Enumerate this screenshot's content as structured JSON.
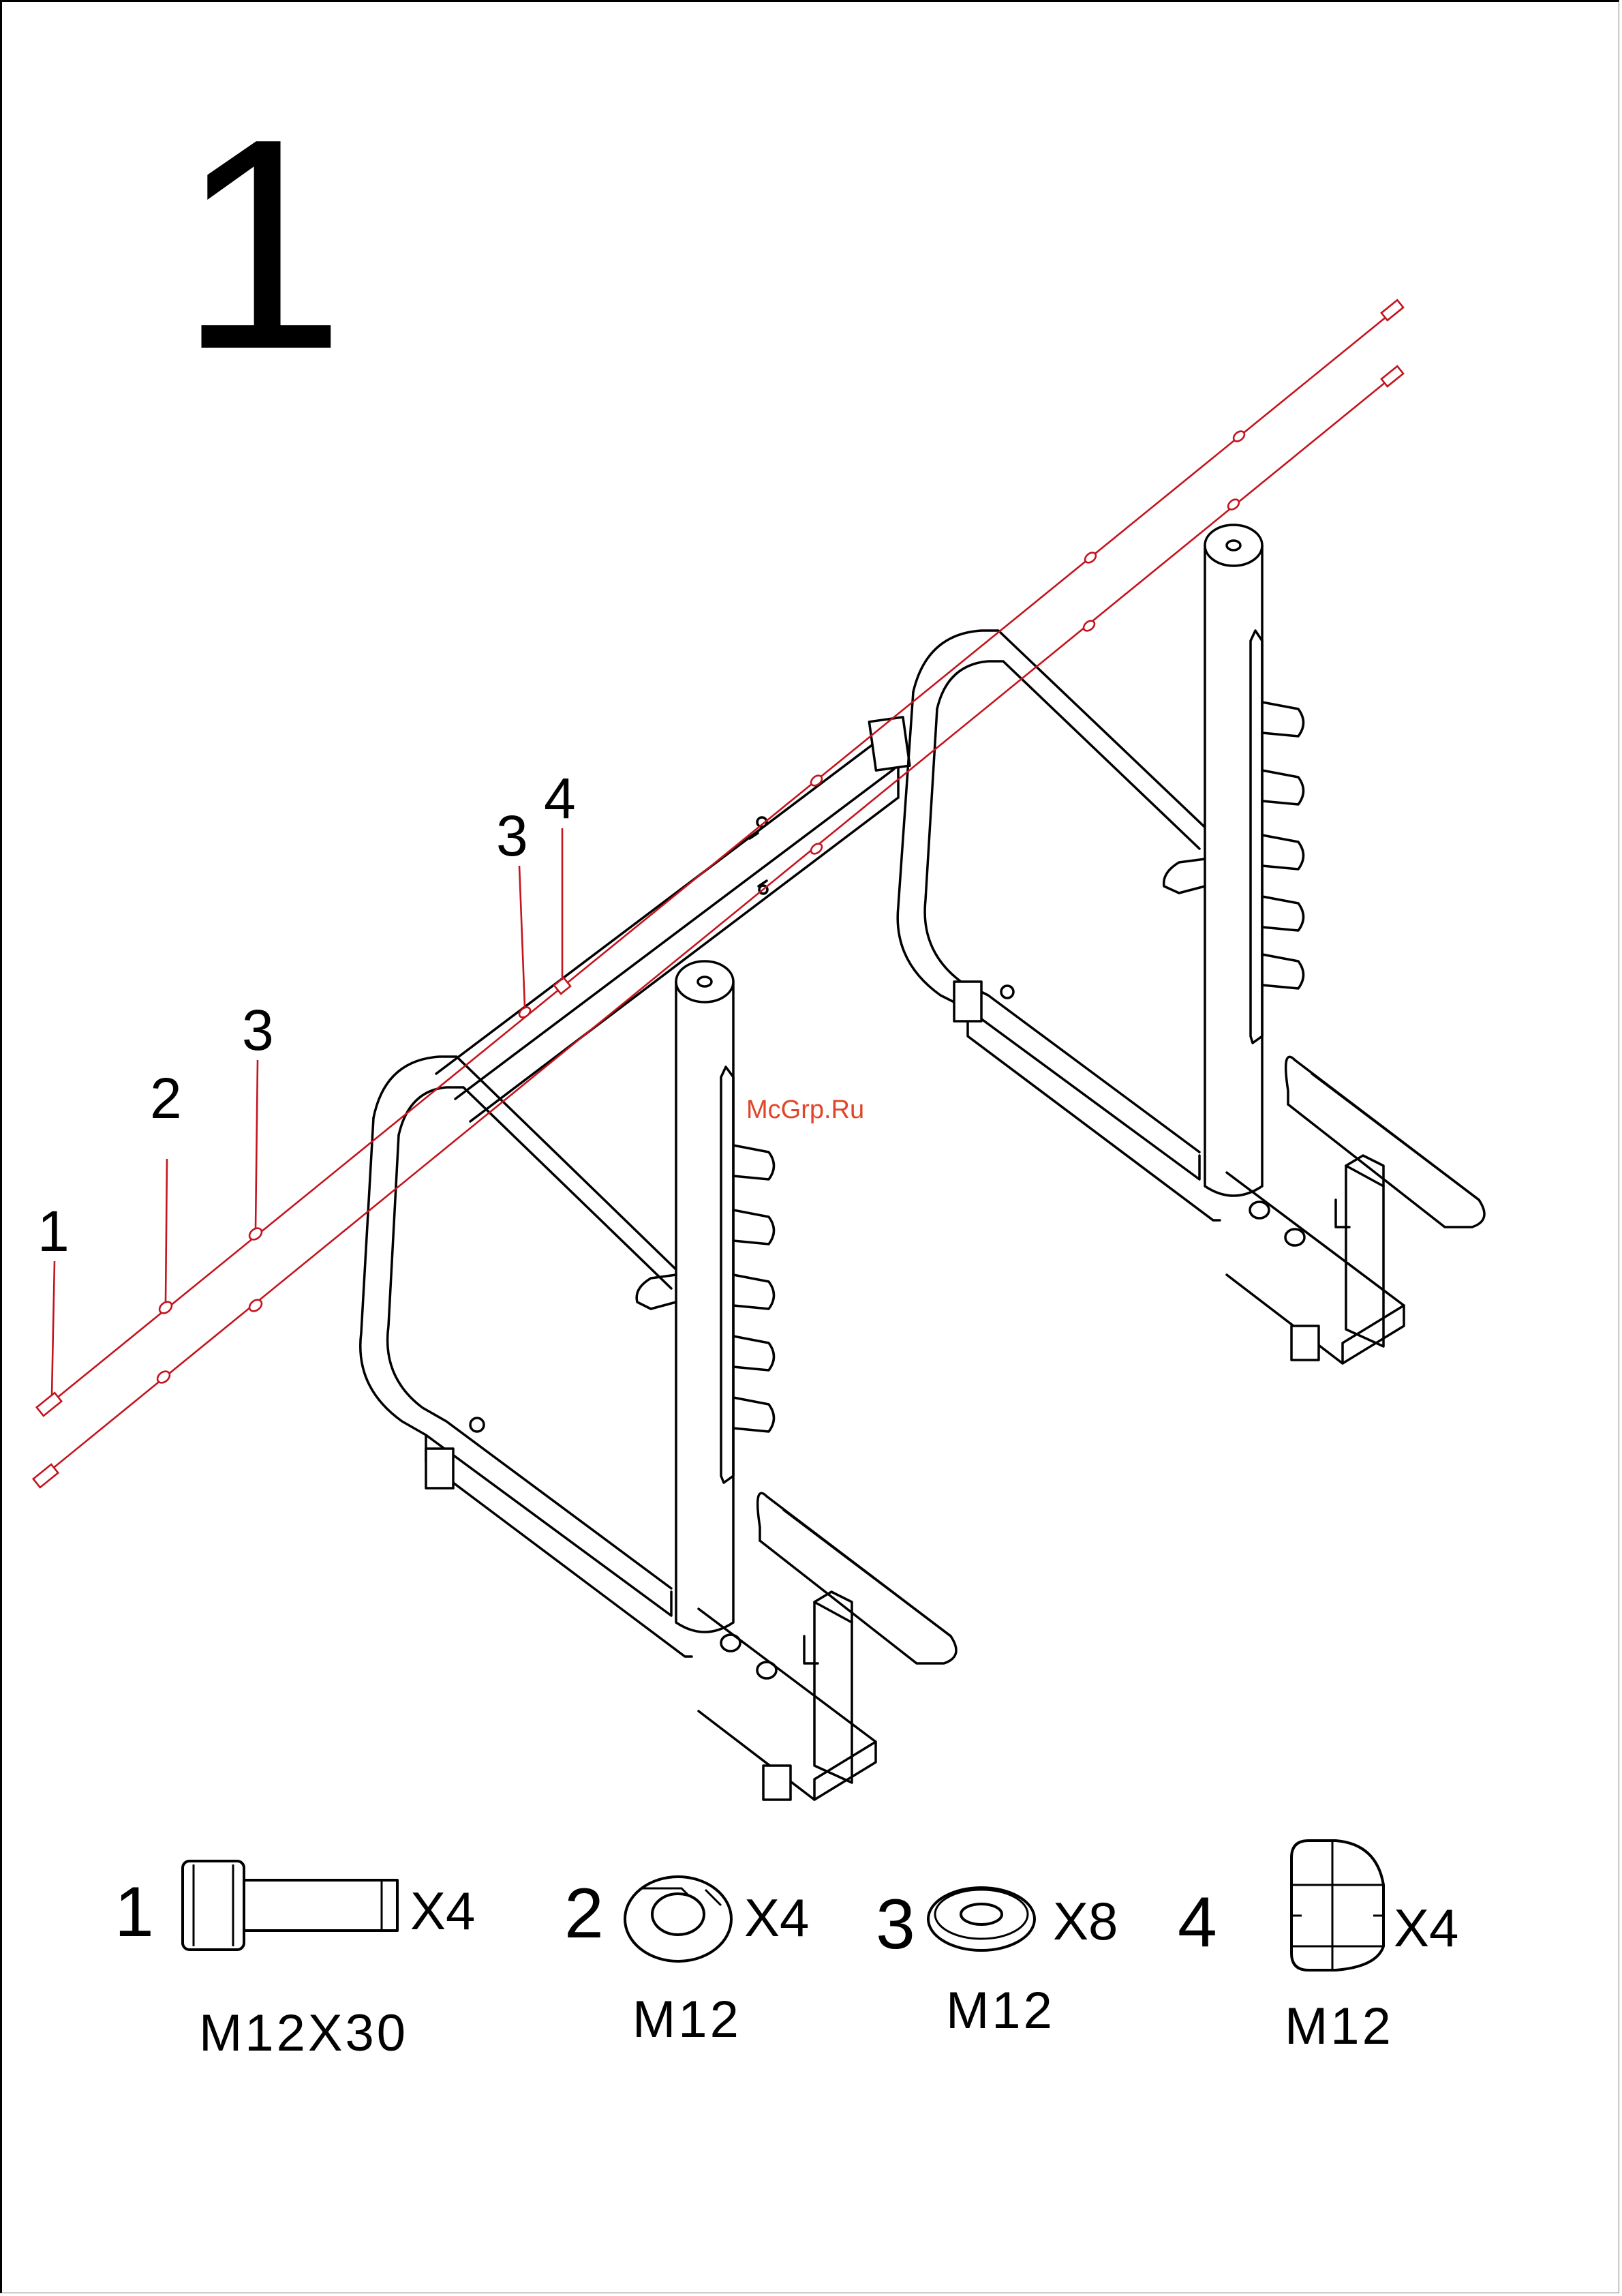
{
  "step": {
    "number": "1"
  },
  "callouts": [
    {
      "id": "callout-1",
      "label": "1"
    },
    {
      "id": "callout-2",
      "label": "2"
    },
    {
      "id": "callout-3-front",
      "label": "3"
    },
    {
      "id": "callout-3-rear",
      "label": "3"
    },
    {
      "id": "callout-4",
      "label": "4"
    }
  ],
  "watermark": {
    "text": "McGrp.Ru"
  },
  "parts": [
    {
      "number": "1",
      "quantity": "X4",
      "spec": "M12X30",
      "icon": "bolt-icon"
    },
    {
      "number": "2",
      "quantity": "X4",
      "spec": "M12",
      "icon": "spring-washer-icon"
    },
    {
      "number": "3",
      "quantity": "X8",
      "spec": "M12",
      "icon": "flat-washer-icon"
    },
    {
      "number": "4",
      "quantity": "X4",
      "spec": "M12",
      "icon": "cap-nut-icon"
    }
  ],
  "colors": {
    "line": "#000000",
    "leader": "#c4141e",
    "watermark": "#e0452a",
    "background": "#ffffff"
  }
}
